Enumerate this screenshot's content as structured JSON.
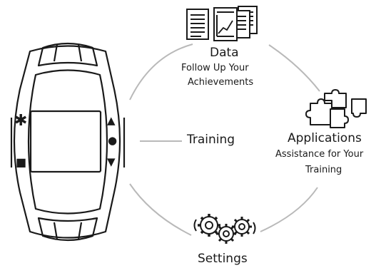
{
  "device": {
    "left_symbols": [
      "✱",
      "■"
    ],
    "right_symbols": [
      "▲",
      "●",
      "▼"
    ]
  },
  "nodes": {
    "data": {
      "title": "Data",
      "lines": [
        "Follow Up Your",
        "Achievements"
      ],
      "icon": "documents-chart-icon"
    },
    "training": {
      "title": "Training"
    },
    "applications": {
      "title": "Applications",
      "lines": [
        "Assistance for Your",
        "Training"
      ],
      "icon": "puzzle-pieces-icon"
    },
    "settings": {
      "title": "Settings",
      "icon": "gears-icon"
    }
  },
  "colors": {
    "arc": "#b9b9b9",
    "ink": "#1a1a1a"
  }
}
